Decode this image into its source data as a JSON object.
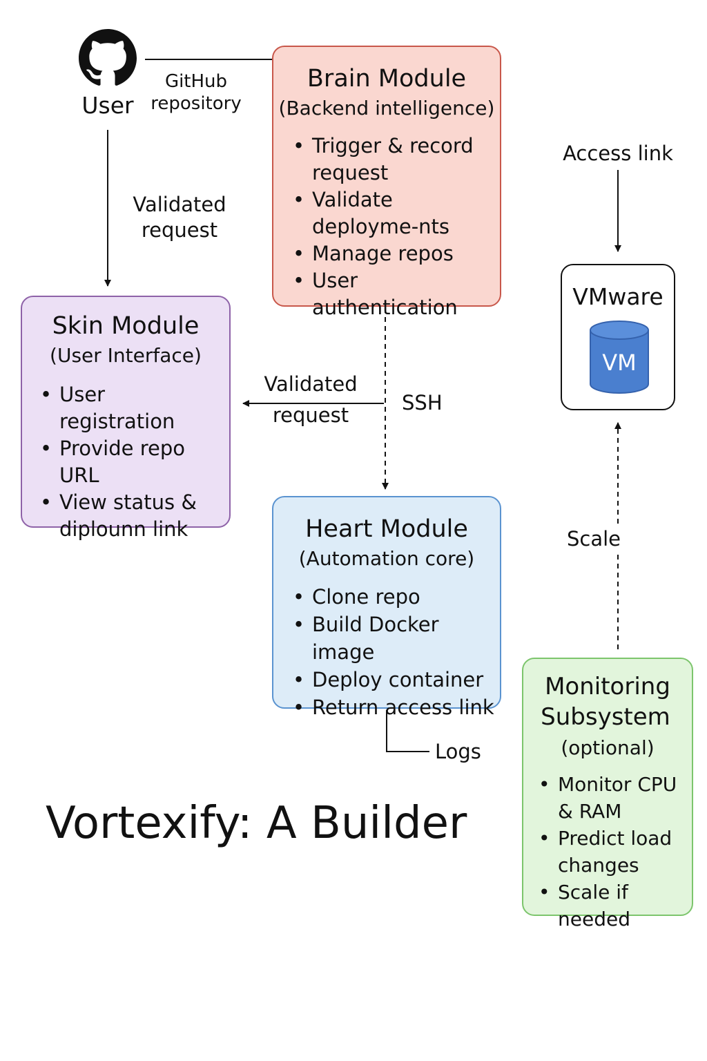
{
  "user": {
    "icon": "github-icon",
    "label": "User",
    "repo_label_line1": "GitHub",
    "repo_label_line2": "repository",
    "validated_line1": "Validated",
    "validated_line2": "request"
  },
  "brain": {
    "title": "Brain Module",
    "subtitle": "(Backend intelligence)",
    "items": [
      "Trigger & record request",
      "Validate deployme-nts",
      "Manage repos",
      "User authentication"
    ],
    "fill": "#fad7d0",
    "border": "#c8574a"
  },
  "skin": {
    "title": "Skin Module",
    "subtitle": "(User Interface)",
    "items": [
      "User registration",
      "Provide repo URL",
      "View status & diplounn link"
    ],
    "fill": "#ece0f5",
    "border": "#8e62a8"
  },
  "heart": {
    "title": "Heart Module",
    "subtitle": "(Automation core)",
    "items": [
      "Clone repo",
      "Build Docker image",
      "Deploy container",
      "Return access link"
    ],
    "fill": "#ddecf8",
    "border": "#5a93d0"
  },
  "monitoring": {
    "title_line1": "Monitoring",
    "title_line2": "Subsystem",
    "subtitle": "(optional)",
    "items": [
      "Monitor CPU & RAM",
      "Predict load changes",
      "Scale if needed"
    ],
    "fill": "#e2f5dc",
    "border": "#7cc56c"
  },
  "vmware": {
    "title": "VMware",
    "vm_label": "VM",
    "vm_color": "#4a7fcf",
    "icon": "database-icon"
  },
  "edges": {
    "access_link": "Access link",
    "validated_line1": "Validated",
    "validated_line2": "request",
    "ssh": "SSH",
    "scale": "Scale",
    "logs": "Logs"
  },
  "caption": "Vortexify: A Builder"
}
